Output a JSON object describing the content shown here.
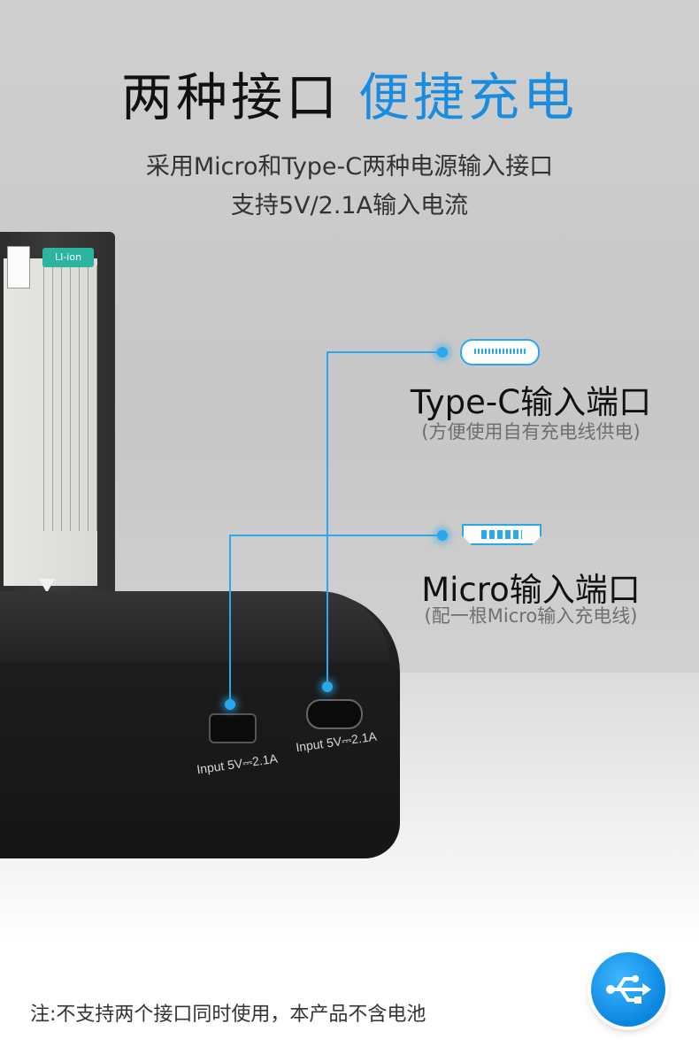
{
  "header": {
    "title_dark": "两种接口",
    "title_blue": "便捷充电",
    "subtitle_line1": "采用Micro和Type-C两种电源输入接口",
    "subtitle_line2": "支持5V/2.1A输入电流"
  },
  "product": {
    "battery_tag": "LI-ion",
    "port_left_label": "Input 5V⎓2.1A",
    "port_right_label": "Input 5V⎓2.1A"
  },
  "callouts": {
    "typec_title": "Type-C输入端口",
    "typec_note": "(方便使用自有充电线供电)",
    "micro_title": "Micro输入端口",
    "micro_note": "(配一根Micro输入充电线)"
  },
  "footer": {
    "note": "注:不支持两个接口同时使用，本产品不含电池",
    "badge_icon": "usb-icon"
  },
  "colors": {
    "accent": "#1a8ce0",
    "line": "#2aa8ee",
    "text_dark": "#111111",
    "text_muted": "#6f6f6f"
  }
}
